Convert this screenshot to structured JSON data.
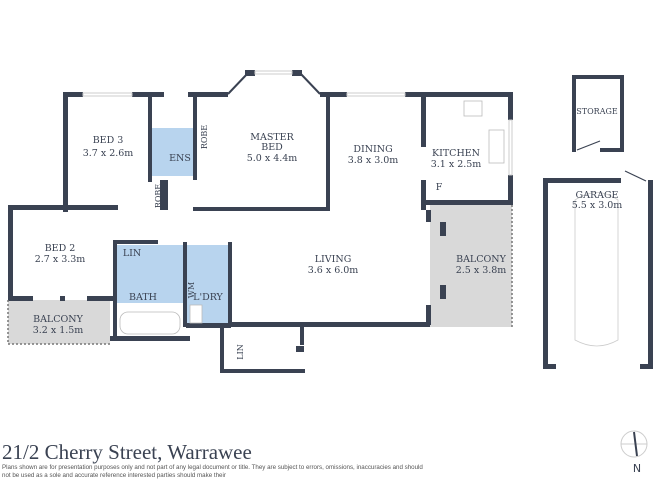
{
  "colors": {
    "wall": "#3a4252",
    "wet_area": "#b8d4ee",
    "balcony": "#d9d9d9"
  },
  "rooms": {
    "bed3": {
      "name": "BED 3",
      "size": "3.7 x 2.6m"
    },
    "master": {
      "name1": "MASTER",
      "name2": "BED",
      "size": "5.0 x 4.4m"
    },
    "dining": {
      "name": "DINING",
      "size": "3.8 x 3.0m"
    },
    "kitchen": {
      "name": "KITCHEN",
      "size": "3.1 x 2.5m",
      "fridge": "F"
    },
    "storage": {
      "name": "STORAGE"
    },
    "garage": {
      "name": "GARAGE",
      "size": "5.5 x 3.0m"
    },
    "ens": {
      "name": "ENS"
    },
    "robe_master": {
      "name": "ROBE"
    },
    "robe_hall": {
      "name": "ROBE"
    },
    "bed2": {
      "name": "BED 2",
      "size": "2.7 x 3.3m"
    },
    "lin1": {
      "name": "LIN"
    },
    "lin2": {
      "name": "LIN"
    },
    "bath": {
      "name": "BATH"
    },
    "laundry": {
      "name": "L'DRY",
      "wm": "WM"
    },
    "living": {
      "name": "LIVING",
      "size": "3.6 x 6.0m"
    },
    "balcony_east": {
      "name": "BALCONY",
      "size": "2.5 x 3.8m"
    },
    "balcony_west": {
      "name": "BALCONY",
      "size": "3.2 x 1.5m"
    }
  },
  "footer": {
    "address": "21/2 Cherry Street, Warrawee",
    "disclaimer": "Plans shown are for presentation purposes only and not part of any legal document or title. They are subject to errors, omissions, inaccuracies and should not be used as a sole and accurate reference interested parties should make their",
    "compass": "N",
    "compass_icon": "north-arrow"
  }
}
